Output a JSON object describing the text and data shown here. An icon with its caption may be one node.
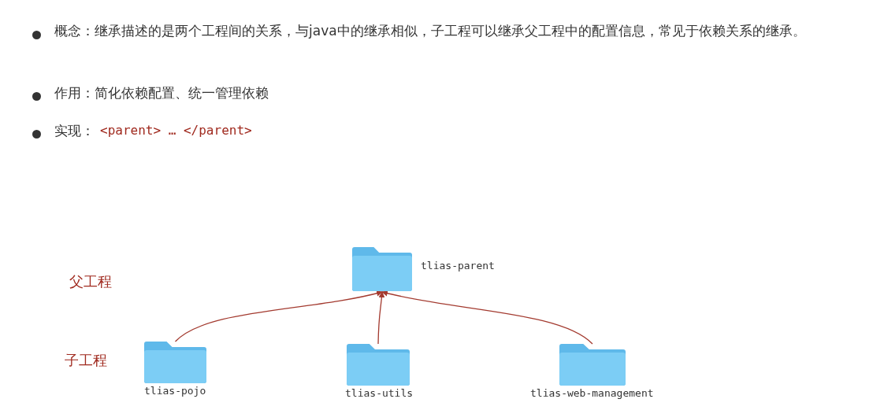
{
  "diagram": {
    "nodes": [
      {
        "text": [],
        "shape": "folder",
        "beside": [
          "tlias-parent"
        ]
      },
      {
        "text": [],
        "shape": "folder",
        "beside": [
          "tlias-pojo"
        ]
      },
      {
        "text": [],
        "shape": "folder",
        "beside": [
          "tlias-utils"
        ]
      },
      {
        "text": [],
        "shape": "folder",
        "beside": [
          "tlias-web-management"
        ]
      }
    ],
    "edges": [
      {
        "from": 1,
        "to": 0,
        "arrow": "to"
      },
      {
        "from": 2,
        "to": 0,
        "arrow": "to"
      },
      {
        "from": 3,
        "to": 0,
        "arrow": "to"
      }
    ],
    "labels": [
      "概念：继承描述的是两个工程间的关系，与java中的继承相似，子工程可以继承父工程中的配置信息，常见于依赖关系的继承。",
      "作用：简化依赖配置、统一管理依赖",
      "实现：",
      "<parent> … </parent>",
      "父工程",
      "子工程"
    ]
  }
}
